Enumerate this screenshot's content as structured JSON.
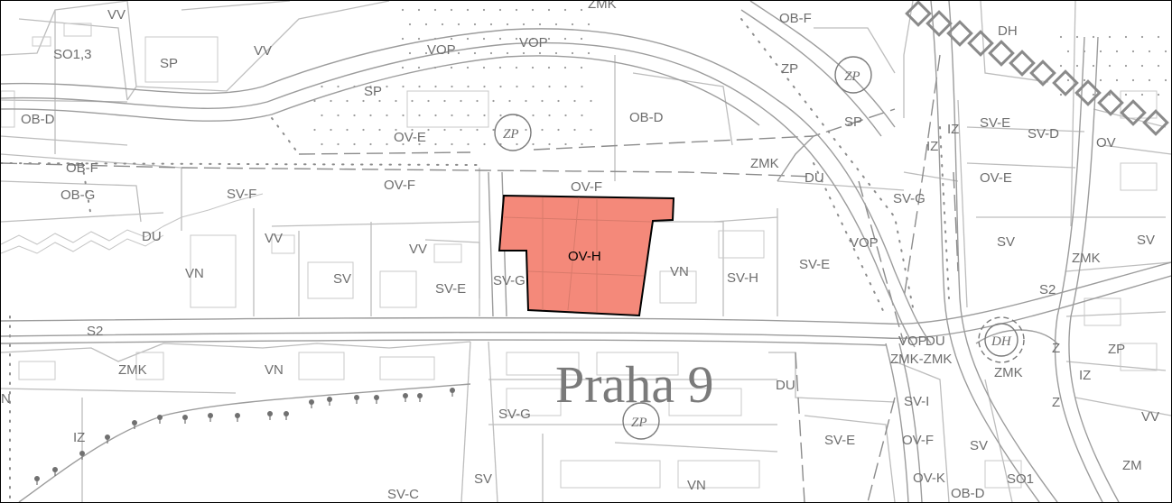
{
  "district_label": "Praha 9",
  "highlight": {
    "label": "OV-H",
    "fill": "#f4897a",
    "stroke": "#000000"
  },
  "line_color": "#a8a8a8",
  "label_color": "#6e6e6e",
  "zone_labels": {
    "vv_1": "VV",
    "so13": "SO1,3",
    "sp_1": "SP",
    "vv_2": "VV",
    "vop_1": "VOP",
    "vop_2": "VOP",
    "zmk_top": "ZMK",
    "obf_top": "OB-F",
    "dh_top": "DH",
    "zp_1": "ZP",
    "zp_italic_1": "ZP",
    "sp_2": "SP",
    "obd_left": "OB-D",
    "ove_1": "OV-E",
    "zp_italic_2": "ZP",
    "obd_mid": "OB-D",
    "sp_3": "SP",
    "iz_1": "IZ",
    "sve_r": "SV-E",
    "svd_r": "SV-D",
    "ov_r": "OV",
    "obf_left": "OB-F",
    "obg_left": "OB-G",
    "svf_left": "SV-F",
    "ovf_1": "OV-F",
    "ovf_2": "OV-F",
    "zmk_mid": "ZMK",
    "du_1": "DU",
    "iz_2": "IZ",
    "ove_r": "OV-E",
    "svg_r": "SV-G",
    "du_left": "DU",
    "vv_3": "VV",
    "vv_4": "VV",
    "vn_left": "VN",
    "sv_1": "SV",
    "sve_mid": "SV-E",
    "svg_mid": "SV-G",
    "vn_mid": "VN",
    "svh": "SV-H",
    "sve_2": "SV-E",
    "vop_3": "VOP",
    "sv_r": "SV",
    "zmk_r": "ZMK",
    "sv_far": "SV",
    "s2_left": "S2",
    "s2_right": "S2",
    "zmk_low": "ZMK",
    "vn_low": "VN",
    "du_low": "DU",
    "vop_low": "VOP",
    "du_low2": "DU",
    "zmk_pair": "ZMK-ZMK",
    "dh_italic": "DH",
    "zmk_low2": "ZMK",
    "zp_r": "ZP",
    "iz_low": "IZ",
    "svg_low": "SV-G",
    "zp_italic_3": "ZP",
    "svi": "SV-I",
    "z_1": "Z",
    "z_2": "Z",
    "sve_low": "SV-E",
    "ovf_low": "OV-F",
    "sv_low": "SV",
    "iz_bl": "IZ",
    "n_edge": "N",
    "sv_bottom": "SV",
    "vn_bottom": "VN",
    "svc": "SV-C",
    "ovk": "OV-K",
    "obd_bottom": "OB-D",
    "so1": "SO1",
    "vv_edge": "VV",
    "zm_edge": "ZM"
  }
}
